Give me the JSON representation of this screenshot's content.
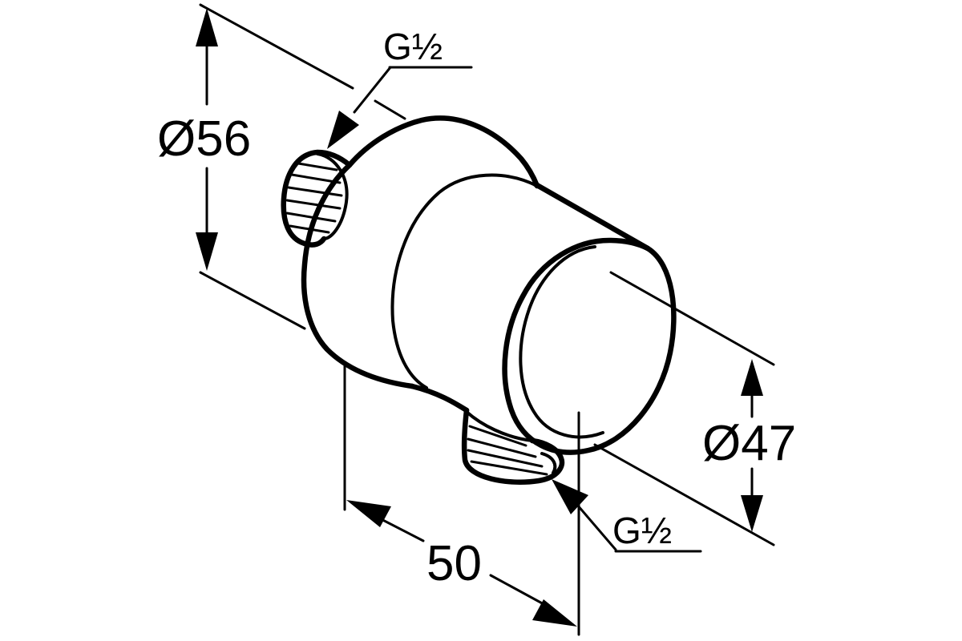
{
  "drawing": {
    "dimensions": {
      "outer_diameter": "Ø56",
      "inner_diameter": "Ø47",
      "length": "50",
      "thread_top": "G½",
      "thread_bottom": "G½"
    }
  }
}
